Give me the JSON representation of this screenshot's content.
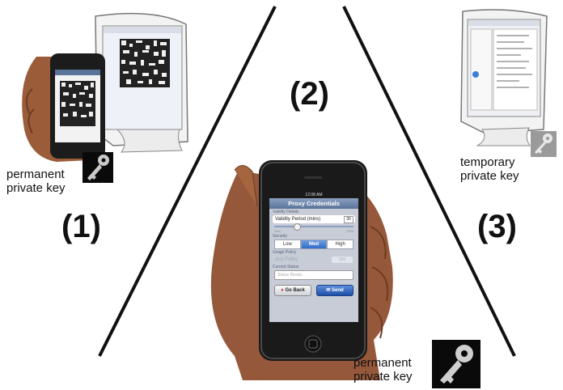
{
  "labels": {
    "step1": "(1)",
    "step2": "(2)",
    "step3": "(3)",
    "key1": [
      "permanent",
      "private key"
    ],
    "key2": [
      "permanent",
      "private key"
    ],
    "key3": [
      "temporary",
      "private key"
    ]
  },
  "phone_app": {
    "time": "12:08 AM",
    "title": "Proxy Credentials",
    "sections": {
      "validity": "Validity Details",
      "security": "Security",
      "usage": "Usage Policy",
      "status": "Current Status"
    },
    "validity_label": "Validity Period (mins)",
    "validity_value": "30",
    "slider_min": "Now",
    "slider_max": "2000",
    "slider_fraction": 0.28,
    "security_options": [
      "Low",
      "Med",
      "High"
    ],
    "security_selected": "Med",
    "usage_label": "Any Policy",
    "usage_toggle": "ON",
    "status_placeholder": "Status Ready...",
    "back_button": "Go Back",
    "send_button": "Send"
  },
  "colors": {
    "divider": "#111111",
    "key_background": "#0a0a0a",
    "key_metal": "#c9c9c9",
    "segment_selected": "#2f6cc8"
  }
}
